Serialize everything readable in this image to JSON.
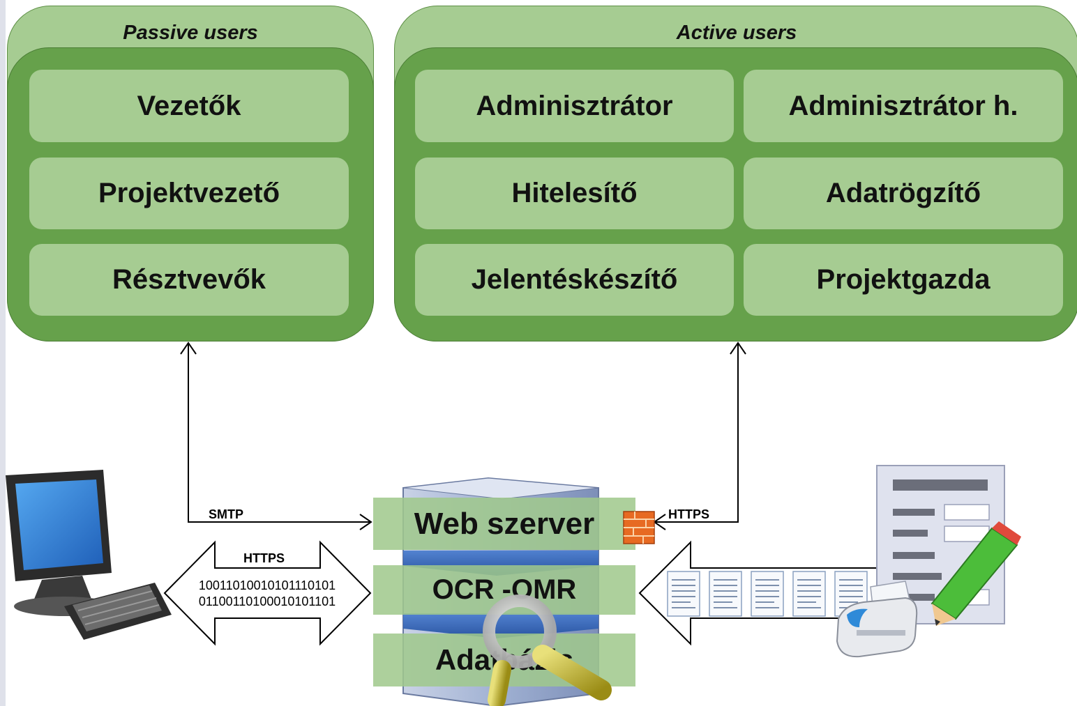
{
  "passive": {
    "title": "Passive users",
    "roles": [
      "Vezetők",
      "Projektvezető",
      "Résztvevők"
    ]
  },
  "active": {
    "title": "Active users",
    "roles": [
      "Adminisztrátor",
      "Adminisztrátor h.",
      "Hitelesítő",
      "Adatrögzítő",
      "Jelentéskészítő",
      "Projektgazda"
    ]
  },
  "server": {
    "layers": [
      "Web szerver",
      "OCR -OMR",
      "Adatbázis"
    ]
  },
  "connections": {
    "smtp": "SMTP",
    "https_right": "HTTPS",
    "https_left": "HTTPS",
    "binary_line1": "10011010010101110101",
    "binary_line2": "01100110100010101101"
  },
  "icons": [
    "computer-icon",
    "server-tower-icon",
    "database-key-icon",
    "firewall-icon",
    "document-icon",
    "form-icon",
    "pencil-icon",
    "printer-icon"
  ],
  "colors": {
    "group_light": "#a6cc92",
    "group_dark": "#66a14b",
    "role_box": "#a6cc92"
  }
}
